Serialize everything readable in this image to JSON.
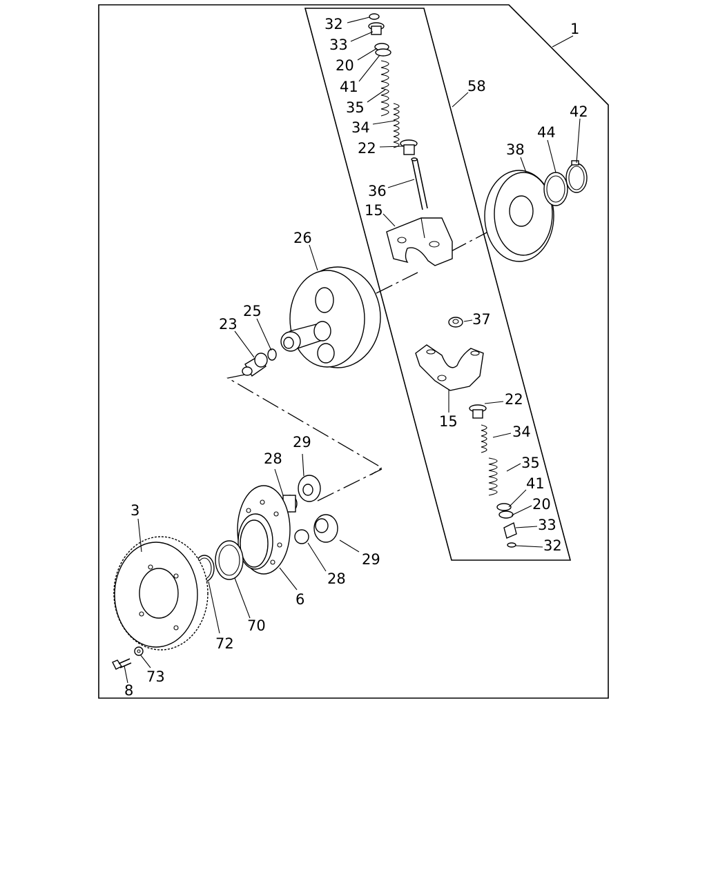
{
  "callouts": {
    "c1": "1",
    "c58": "58",
    "c42": "42",
    "c44": "44",
    "c38": "38",
    "c32a": "32",
    "c33a": "33",
    "c20a": "20",
    "c41a": "41",
    "c35a": "35",
    "c34a": "34",
    "c22a": "22",
    "c36": "36",
    "c15a": "15",
    "c26": "26",
    "c25": "25",
    "c23": "23",
    "c37": "37",
    "c15b": "15",
    "c22b": "22",
    "c34b": "34",
    "c35b": "35",
    "c41b": "41",
    "c20b": "20",
    "c33b": "33",
    "c32b": "32",
    "c29a": "29",
    "c28a": "28",
    "c29b": "29",
    "c28b": "28",
    "c3": "3",
    "c6": "6",
    "c70": "70",
    "c72": "72",
    "c73": "73",
    "c8": "8"
  }
}
